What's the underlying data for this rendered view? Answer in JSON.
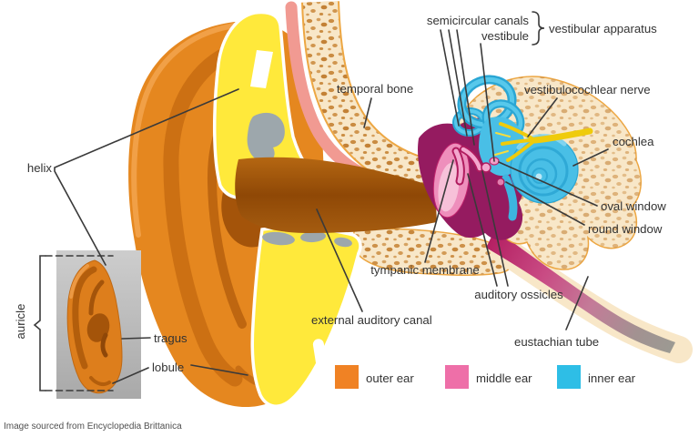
{
  "attribution": "Image sourced from Encyclopedia Brittanica",
  "labels": {
    "helix": "helix",
    "auricle": "auricle",
    "tragus": "tragus",
    "lobule": "lobule",
    "temporal_bone": "temporal bone",
    "semicircular_canals": "semicircular canals",
    "vestibule": "vestibule",
    "vestibular_apparatus": "vestibular apparatus",
    "vestibulocochlear_nerve": "vestibulocochlear nerve",
    "cochlea": "cochlea",
    "oval_window": "oval window",
    "round_window": "round window",
    "tympanic_membrane": "tympanic membrane",
    "auditory_ossicles": "auditory ossicles",
    "external_auditory_canal": "external auditory canal",
    "eustachian_tube": "eustachian tube"
  },
  "legend": {
    "items": [
      {
        "label": "outer ear",
        "color": "#F08224"
      },
      {
        "label": "middle ear",
        "color": "#EE6FA8"
      },
      {
        "label": "inner ear",
        "color": "#2EBEE6"
      }
    ]
  },
  "colors": {
    "outer_ear": "#E5871F",
    "middle_ear_cavity": "#951B60",
    "inner_ear_blue": "#49BFE6",
    "bone_cream": "#F8E7C8",
    "fat_yellow": "#FFE93B",
    "nerve_yellow": "#EFCB0B",
    "label_text": "#333333"
  }
}
